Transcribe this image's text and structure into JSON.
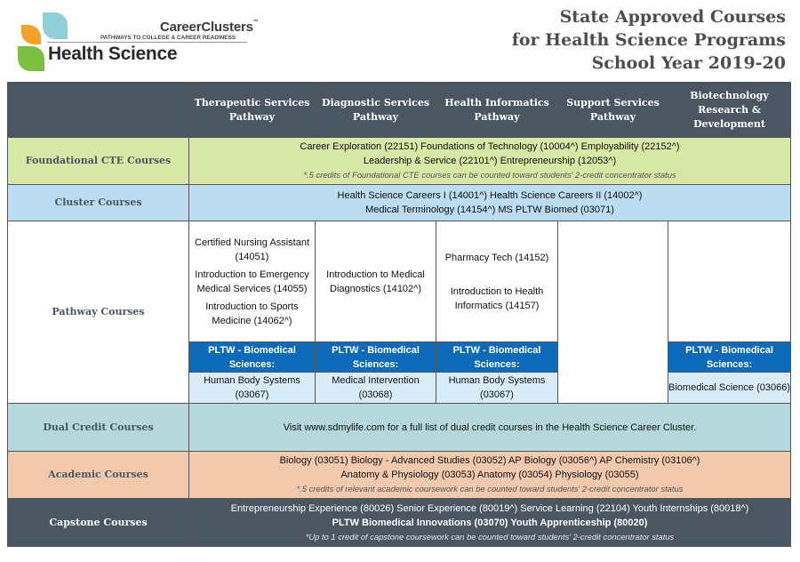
{
  "logo": {
    "brand": "CareerClusters",
    "tm": "™",
    "tagline": "PATHWAYS TO COLLEGE & CAREER READINESS",
    "name": "Health Science"
  },
  "title": {
    "line1": "State Approved Courses",
    "line2": "for Health Science Programs",
    "line3": "School Year 2019-20"
  },
  "headers": [
    "Therapeutic Services Pathway",
    "Diagnostic Services Pathway",
    "Health Informatics Pathway",
    "Support Services Pathway",
    "Biotechnology Research & Development"
  ],
  "foundational": {
    "label": "Foundational CTE Courses",
    "line1": "Career Exploration (22151)  Foundations of Technology  (10004^)  Employability (22152^)",
    "line2": "Leadership & Service  (22101^) Entrepreneurship (12053^)",
    "note": "*.5 credits of Foundational CTE courses can be counted toward students' 2-credit concentrator status"
  },
  "cluster": {
    "label": "Cluster Courses",
    "line1": "Health Science Careers I (14001^)  Health Science Careers II (14002^)",
    "line2": "Medical Terminology (14154^)   MS PLTW Biomed (03071)"
  },
  "pathway": {
    "label": "Pathway Courses",
    "therapeutic": [
      "Certified Nursing Assistant (14051)",
      "Introduction to Emergency Medical Services (14055)",
      "Introduction to Sports Medicine (14062^)"
    ],
    "diagnostic": [
      "Introduction to Medical Diagnostics  (14102^)"
    ],
    "informatics": [
      "Pharmacy Tech (14152)",
      "Introduction to Health Informatics (14157)"
    ],
    "pltw_label": "PLTW - Biomedical Sciences:",
    "pltw": {
      "therapeutic": "Human Body Systems (03067)",
      "diagnostic": "Medical Intervention (03068)",
      "informatics": "Human Body Systems (03067)",
      "biotech": "Biomedical Science (03066)"
    }
  },
  "dual": {
    "label": "Dual Credit Courses",
    "text": "Visit www.sdmylife.com for a full list of dual credit courses in the Health Science Career Cluster."
  },
  "academic": {
    "label": "Academic Courses",
    "line1": "Biology (03051) Biology - Advanced Studies (03052)   AP Biology (03056^)   AP Chemistry (03106^)",
    "line2": "Anatomy & Physiology (03053)   Anatomy (03054)   Physiology (03055)",
    "note": "*.5 credits of relevant academic coursework can be counted toward students' 2-credit concentrator status"
  },
  "capstone": {
    "label": "Capstone Courses",
    "line1": "Entrepreneurship Experience (80026)   Senior Experience (80019^)  Service Learning (22104)  Youth Internships (80018^)",
    "line2": "PLTW Biomedical Innovations (03070) Youth Apprenticeship (80020)",
    "note": "*Up to 1 credit of capstone coursework can be counted toward students' 2-credit concentrator status"
  },
  "colors": {
    "header": "#4b5663",
    "foundational": "#d7e8a6",
    "cluster": "#bcdcf2",
    "dual": "#b5d8dd",
    "academic": "#f2c9ad",
    "pltw": "#0d6ab8"
  }
}
